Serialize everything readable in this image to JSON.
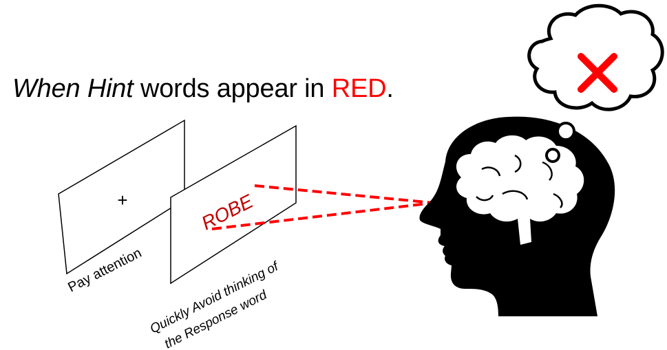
{
  "caption": {
    "italic": "When Hint",
    "middle": " words appear in ",
    "highlight": "RED",
    "end": "."
  },
  "screens": {
    "fixation": {
      "symbol": "+",
      "label": "Pay attention"
    },
    "hint": {
      "word": "ROBE",
      "label_line1": "Quickly Avoid thinking of",
      "label_line2": "the Response word"
    }
  },
  "thought_bubble": {
    "icon": "x-mark-icon"
  },
  "head": {
    "icon": "head-brain-silhouette-icon"
  },
  "colors": {
    "accent": "#ff0000",
    "gaze_line": "#ff0000",
    "hint_word": "#c00000",
    "ink": "#000000"
  }
}
